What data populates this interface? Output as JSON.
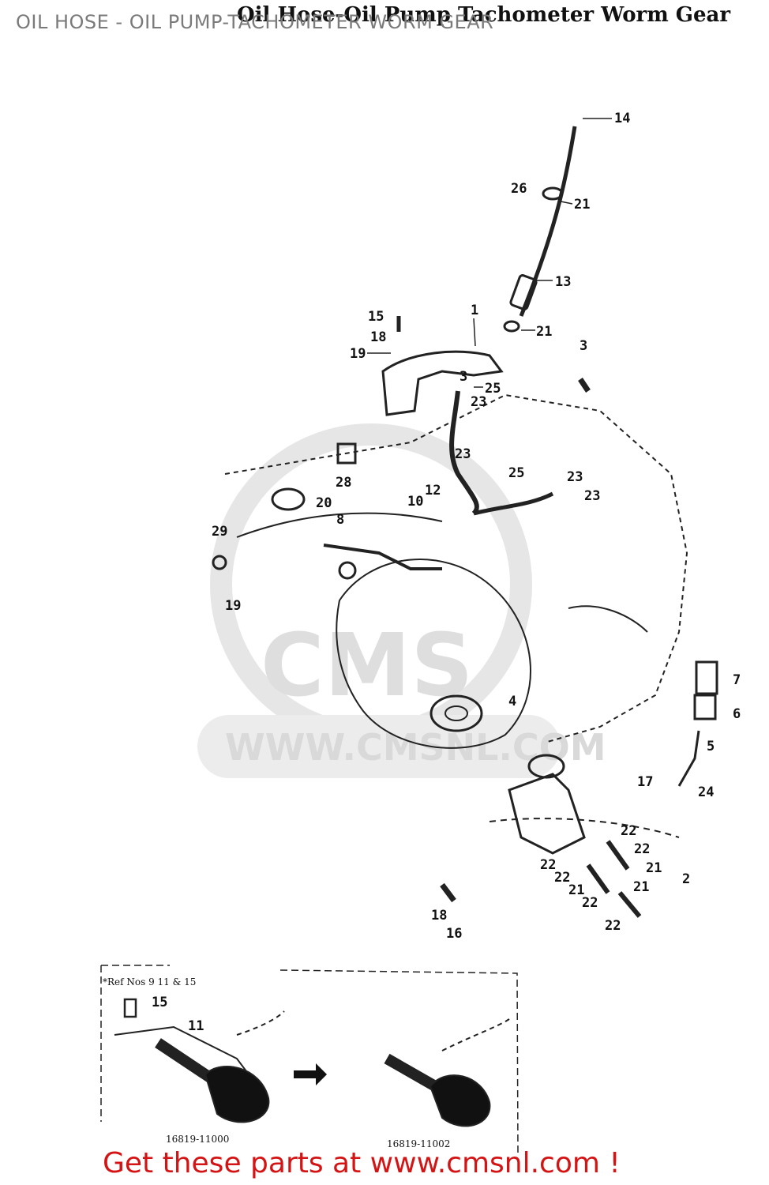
{
  "overlay_title": "OIL HOSE - OIL PUMP-TACHOMETER WORM GEAR",
  "diagram_title": "Oil Hose-Oil Pump Tachometer Worm Gear",
  "watermark": {
    "url": "WWW.CMSNL.COM",
    "logo": "CMS"
  },
  "inset": {
    "ref_note": "*Ref Nos 9 11 & 15",
    "code_left": "16819-11000",
    "code_right": "16819-11002",
    "labels": [
      "15",
      "11"
    ]
  },
  "cta": "Get these parts at www.cmsnl.com !",
  "callouts": [
    "14",
    "26",
    "21",
    "13",
    "21",
    "15",
    "18",
    "19",
    "1",
    "3",
    "3",
    "25",
    "23",
    "23",
    "28",
    "20",
    "25",
    "23",
    "23",
    "12",
    "10",
    "29",
    "8",
    "19",
    "7",
    "6",
    "5",
    "24",
    "17",
    "4",
    "22",
    "22",
    "22",
    "22",
    "21",
    "21",
    "2",
    "21",
    "22",
    "18",
    "16",
    "22"
  ]
}
